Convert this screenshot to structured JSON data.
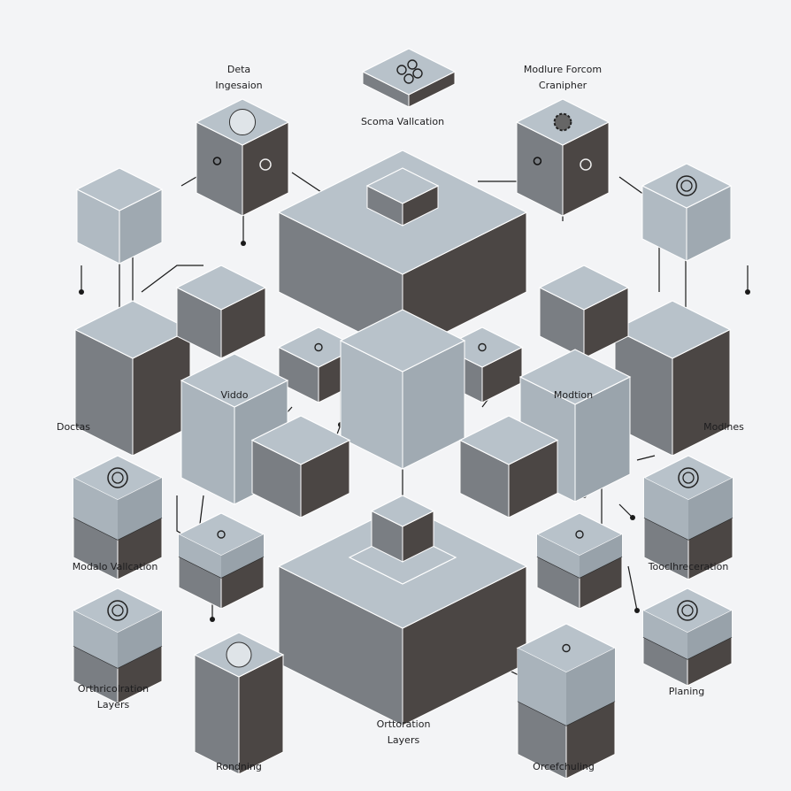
{
  "labels": {
    "data_ingestion": [
      "Deta",
      "Ingesaion"
    ],
    "schema_validation": "Scoma Vallcation",
    "module_form": [
      "Modlure Forcom",
      "Cranipher"
    ],
    "videodo": "Viddo",
    "modulation": "Modtion",
    "doctas": "Doctas",
    "modlines": "Modlnes",
    "modalo_validation": "Modalo Vallcation",
    "toolchain_orchestration": "Tooclhreceration",
    "orth_layers_left": [
      "Orthricolration",
      "Layers"
    ],
    "orth_layers_center": [
      "Orttoration",
      "Layers"
    ],
    "rendering": "Rondning",
    "orchestrating": "Orcefchuling",
    "planning": "Planing"
  },
  "colors": {
    "background": "#f3f4f6",
    "top_face": "#b8c2ca",
    "left_face": "#7a7e83",
    "right_face": "#4b4644",
    "line": "#1a1a1a"
  }
}
